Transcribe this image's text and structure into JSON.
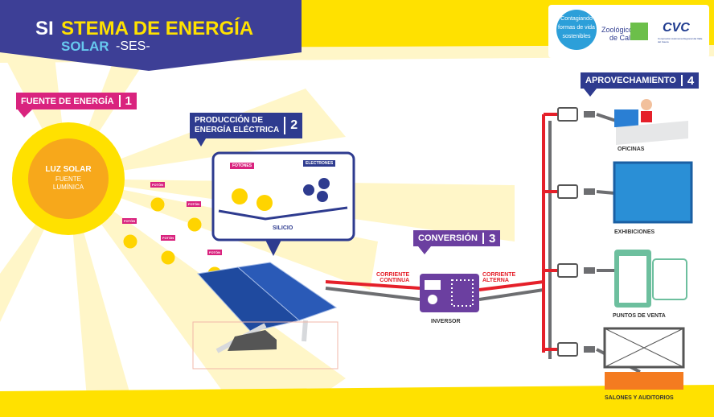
{
  "header": {
    "title_si": "SI",
    "title_rest": "STEMA DE ENERGÍA",
    "subtitle_solar": "SOLAR",
    "subtitle_ses": "-SES-",
    "logo_contagiando_top": "Contagiando",
    "logo_contagiando_mid": "formas de vida",
    "logo_contagiando_bottom": "sostenibles",
    "logo_zoo_line1": "Zoológico",
    "logo_zoo_line2": "de Cali",
    "logo_cvc": "CVC",
    "logo_cvc_sub": "Corporación Autónoma Regional del Valle del Cauca"
  },
  "section1": {
    "title": "FUENTE DE ENERGÍA",
    "number": "1"
  },
  "sun": {
    "line1": "LUZ SOLAR",
    "line2": "FUENTE",
    "line3": "LUMÍNICA"
  },
  "photon_label": "FOTÓN",
  "section2": {
    "title_line1": "PRODUCCIÓN DE",
    "title_line2": "ENERGÍA ELÉCTRICA",
    "number": "2"
  },
  "silicio_box": {
    "fotones": "FOTONES",
    "electrones": "ELECTRONES",
    "silicio": "SILICIO"
  },
  "section3": {
    "title": "CONVERSIÓN",
    "number": "3"
  },
  "current_dc": {
    "line1": "CORRIENTE",
    "line2": "CONTINUA"
  },
  "current_ac": {
    "line1": "CORRIENTE",
    "line2": "ALTERNA"
  },
  "inverter_label": "INVERSOR",
  "section4": {
    "title": "APROVECHAMIENTO",
    "number": "4"
  },
  "uses": {
    "oficinas": "OFICINAS",
    "exhibiciones": "EXHIBICIONES",
    "puntos_venta": "PUNTOS DE VENTA",
    "salones": "SALONES Y AUDITORIOS"
  },
  "colors": {
    "navy": "#2e3b8f",
    "purple": "#6b3fa0",
    "magenta": "#d9237e",
    "yellow": "#ffe100",
    "sun_orange": "#f7a81b",
    "cable_red": "#e5202a",
    "gray": "#6d6e71"
  }
}
